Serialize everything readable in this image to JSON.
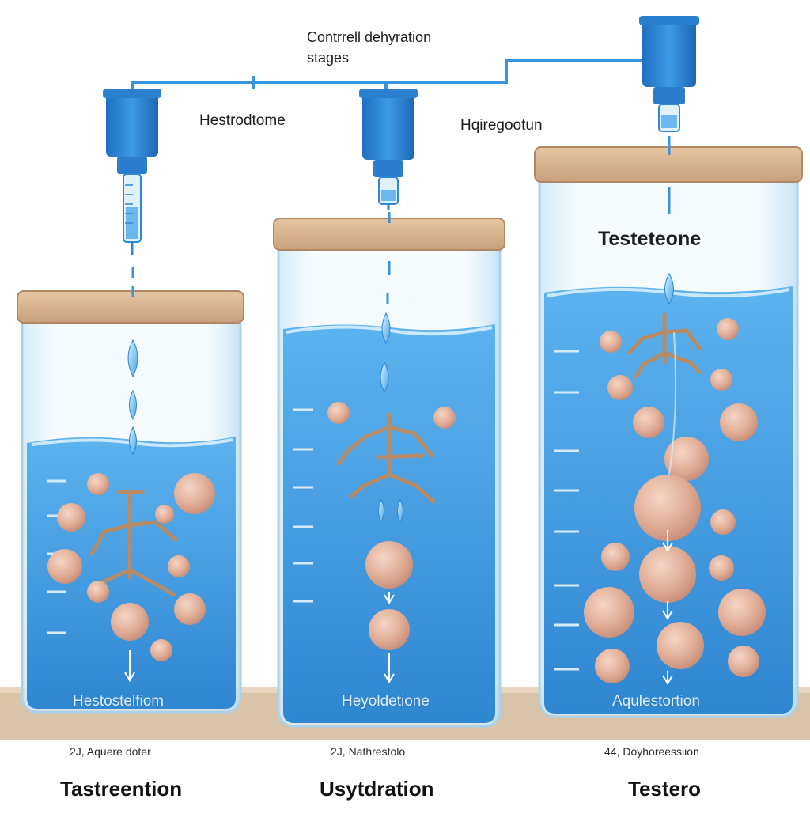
{
  "diagram": {
    "title_line1": "Contrrell dehyration",
    "title_line2": "stages",
    "injector_labels": [
      "Hestrodtome",
      "Hqiregootun"
    ],
    "big_label": "Testeteone",
    "containers": [
      {
        "inner_label": "Hestostelfiom",
        "sub_label": "2J, Aquere doter",
        "bottom_label": "Tastreention"
      },
      {
        "inner_label": "Heyoldetione",
        "sub_label": "2J, Nathrestolo",
        "bottom_label": "Usytdration"
      },
      {
        "inner_label": "Aqulestortion",
        "sub_label": "44, Doyhoreessiion",
        "bottom_label": "Testero"
      }
    ]
  },
  "colors": {
    "water": "#3f9be0",
    "lid": "#d8b38d",
    "sphere": "#e2b09a",
    "injector": "#2f86d6",
    "shelf": "#d8c2a8"
  }
}
